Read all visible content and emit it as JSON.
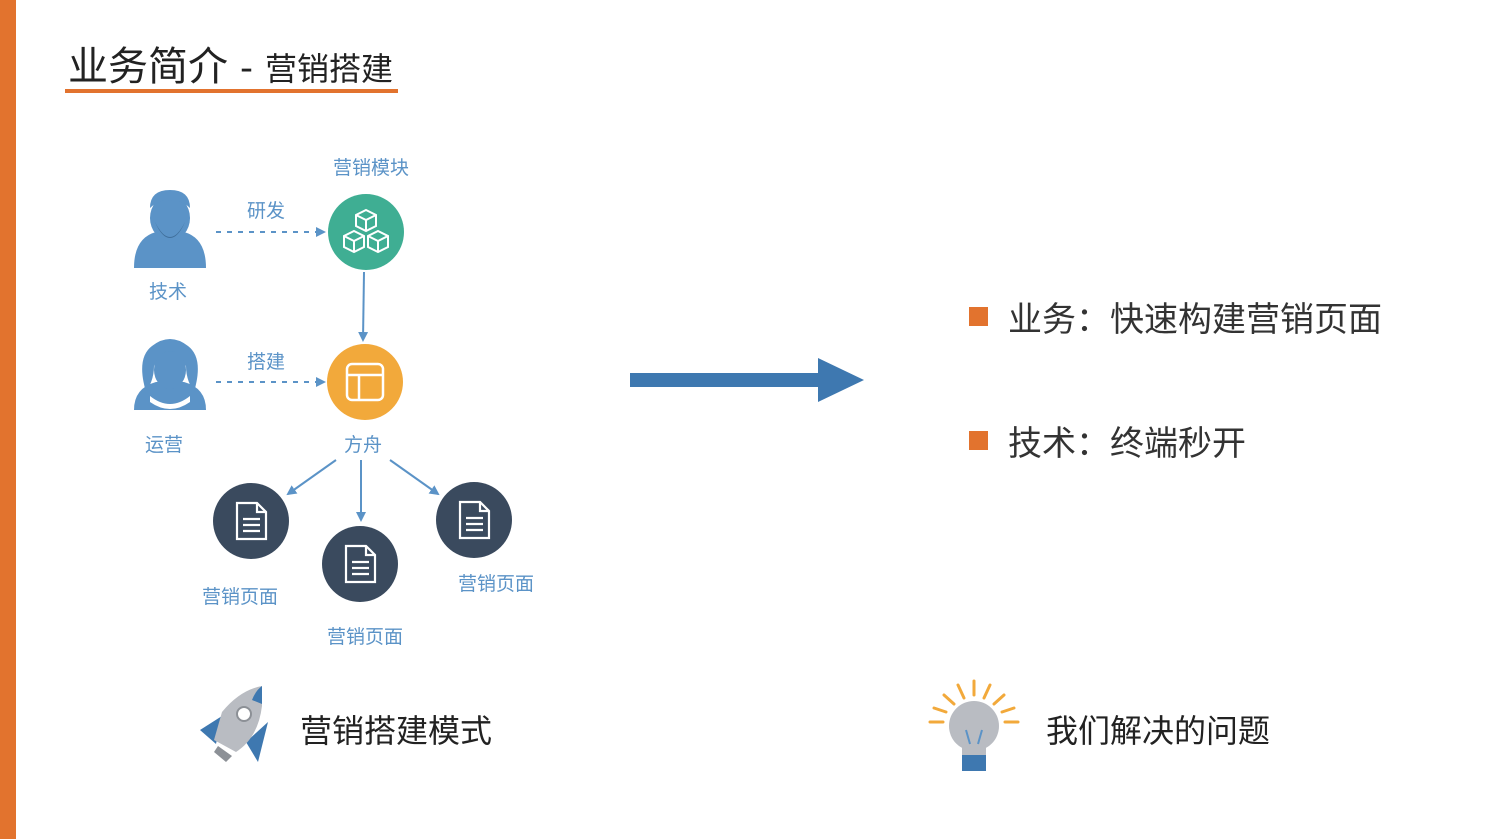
{
  "title": {
    "main": "业务简介",
    "separator": "-",
    "sub": "营销搭建"
  },
  "colors": {
    "accent": "#E2732E",
    "flow_blue": "#5B93C7",
    "module_green": "#3FAE93",
    "arc_orange": "#F2A93B",
    "page_navy": "#3A4A5E",
    "big_arrow": "#3E78B0"
  },
  "diagram": {
    "module_label": "营销模块",
    "dev_edge_label": "研发",
    "tech_label": "技术",
    "build_edge_label": "搭建",
    "ops_label": "运营",
    "arc_label": "方舟",
    "page_labels": [
      "营销页面",
      "营销页面",
      "营销页面"
    ]
  },
  "points": [
    {
      "label": "业务：",
      "text": "快速构建营销页面"
    },
    {
      "label": "技术：",
      "text": "终端秒开"
    }
  ],
  "footer": {
    "left": {
      "icon": "rocket-icon",
      "text": "营销搭建模式"
    },
    "right": {
      "icon": "lightbulb-icon",
      "text": "我们解决的问题"
    }
  }
}
